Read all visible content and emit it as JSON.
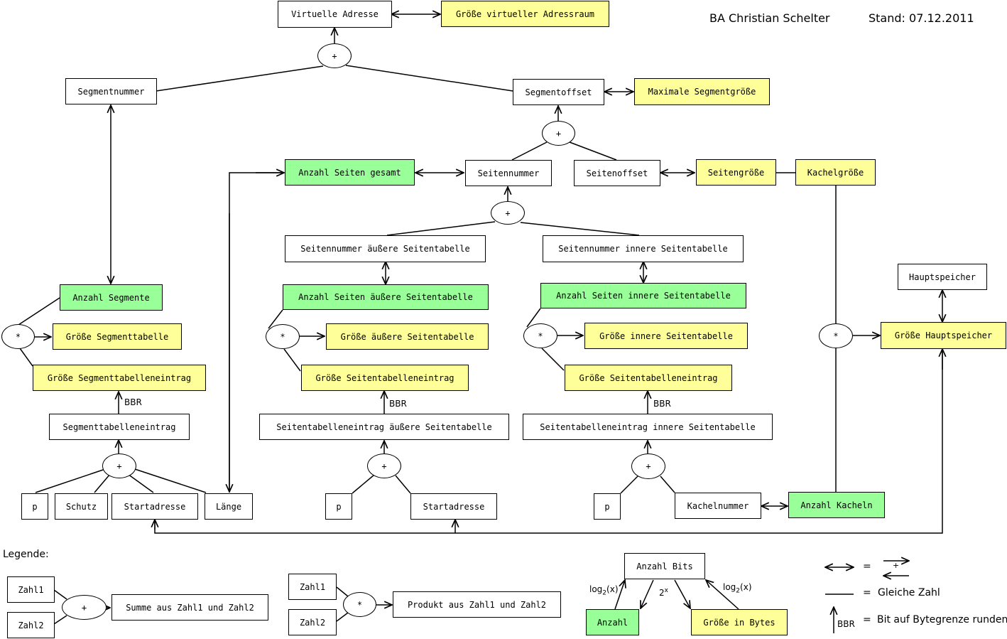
{
  "header": {
    "author": "BA Christian Schelter",
    "date": "Stand: 07.12.2011"
  },
  "boxes": {
    "virtuelle_adresse": "Virtuelle Adresse",
    "groesse_virt_adressraum": "Größe virtueller Adressraum",
    "segmentnummer": "Segmentnummer",
    "segmentoffset": "Segmentoffset",
    "max_segmentgroesse": "Maximale Segmentgröße",
    "anzahl_seiten_gesamt": "Anzahl Seiten gesamt",
    "seitennummer": "Seitennummer",
    "seitenoffset": "Seitenoffset",
    "seitengroesse": "Seitengröße",
    "kachelgroesse": "Kachelgröße",
    "sn_aeussere": "Seitennummer äußere Seitentabelle",
    "sn_innere": "Seitennummer innere Seitentabelle",
    "anz_seiten_aeussere": "Anzahl Seiten äußere Seitentabelle",
    "anz_seiten_innere": "Anzahl Seiten innere Seitentabelle",
    "groesse_aeussere": "Größe äußere Seitentabelle",
    "groesse_innere": "Größe innere Seitentabelle",
    "groesse_ste_1": "Größe Seitentabelleneintrag",
    "groesse_ste_2": "Größe Seitentabelleneintrag",
    "ste_aeussere": "Seitentabelleneintrag äußere Seitentabelle",
    "ste_innere": "Seitentabelleneintrag innere Seitentabelle",
    "anzahl_segmente": "Anzahl Segmente",
    "groesse_segmenttabelle": "Größe Segmenttabelle",
    "groesse_segmenttabelleneintrag": "Größe Segmenttabelleneintrag",
    "segmenttabelleneintrag": "Segmenttabelleneintrag",
    "p1": "p",
    "schutz": "Schutz",
    "startadresse1": "Startadresse",
    "laenge": "Länge",
    "p2": "p",
    "startadresse2": "Startadresse",
    "p3": "p",
    "kachelnummer": "Kachelnummer",
    "anzahl_kacheln": "Anzahl Kacheln",
    "hauptspeicher": "Hauptspeicher",
    "groesse_hauptspeicher": "Größe Hauptspeicher"
  },
  "operators": {
    "plus": "+",
    "times": "*"
  },
  "bbr": "BBR",
  "legend": {
    "title": "Legende:",
    "zahl1": "Zahl1",
    "zahl2": "Zahl2",
    "summe": "Summe aus Zahl1 und Zahl2",
    "produkt": "Produkt aus Zahl1 und Zahl2",
    "anzahl_bits": "Anzahl Bits",
    "anzahl": "Anzahl",
    "groesse_in_bytes": "Größe in Bytes",
    "log_base": "log",
    "log_sub": "2",
    "log_arg": "(x)",
    "pow_base": "2",
    "pow_exp": "x",
    "eq": "=",
    "gleiche_zahl": "Gleiche Zahl",
    "bit_runden": "Bit auf Bytegrenze runden"
  }
}
